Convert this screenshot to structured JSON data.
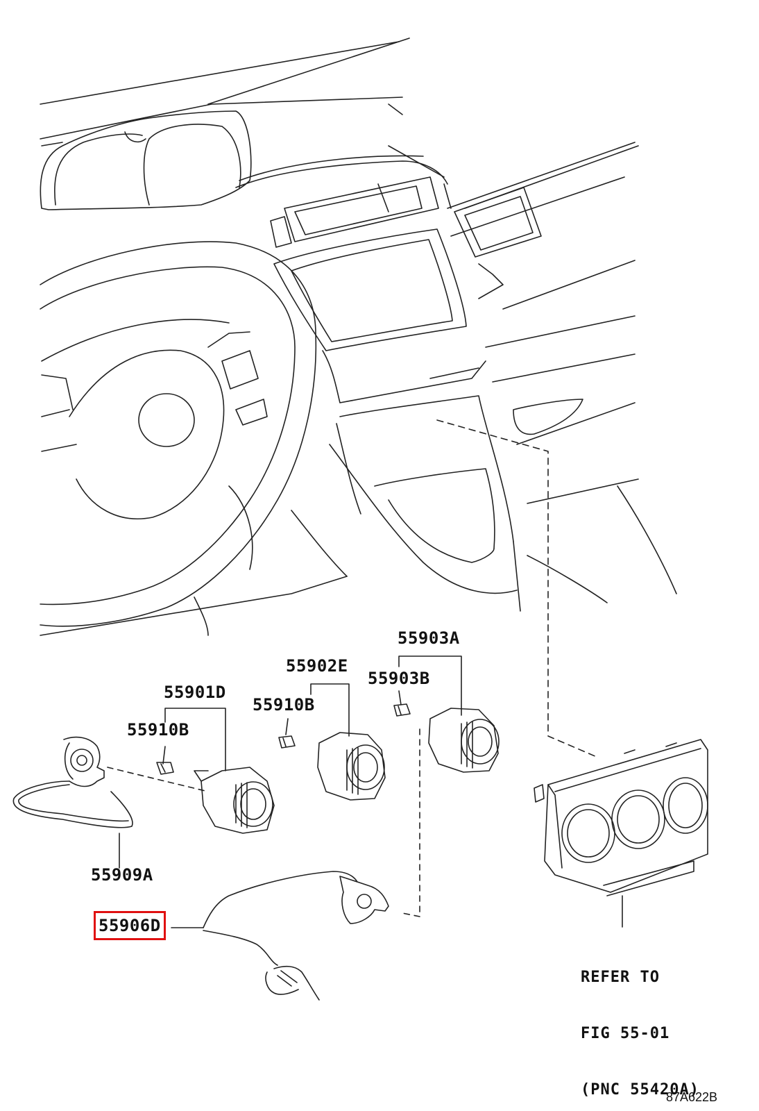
{
  "labels": {
    "p55903A": "55903A",
    "p55902E": "55902E",
    "p55903B": "55903B",
    "p55901D": "55901D",
    "p55910B_right": "55910B",
    "p55910B_left": "55910B",
    "p55909A": "55909A",
    "p55906D": "55906D"
  },
  "highlighted_part": "55906D",
  "highlight_color": "#e01010",
  "refer": {
    "line1": "REFER TO",
    "line2": "FIG 55-01",
    "line3": "(PNC 55420A)"
  },
  "figure_number": "87A622B"
}
